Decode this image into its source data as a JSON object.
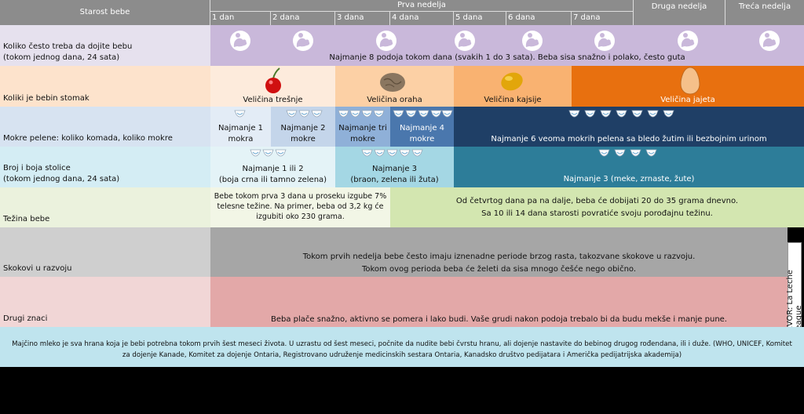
{
  "header": {
    "age_label": "Starost bebe",
    "week1": "Prva nedelja",
    "week2": "Druga nedelja",
    "week3": "Treća nedelja",
    "days": [
      "1 dan",
      "2 dana",
      "3 dana",
      "4 dana",
      "5 dana",
      "6 dana",
      "7 dana"
    ]
  },
  "rows": {
    "feeding": {
      "label_1": "Koliko često treba da dojite bebu",
      "label_2": "(tokom jednog dana, 24 sata)",
      "text": "Najmanje 8 podoja tokom dana (svakih 1 do 3 sata). Beba sisa snažno i polako, često guta"
    },
    "stomach": {
      "label": "Koliki je bebin stomak",
      "cherry": "Veličina trešnje",
      "walnut": "Veličina oraha",
      "apricot": "Veličina kajsije",
      "egg": "Veličina jajeta"
    },
    "diapers": {
      "label": "Mokre pelene: koliko komada, koliko mokre",
      "d1": "Najmanje 1 mokra",
      "d2": "Najmanje 2 mokre",
      "d3": "Najmanje tri mokre",
      "d4": "Najmanje 4 mokre",
      "rest": "Najmanje 6 veoma mokrih pelena sa bledo žutim ili bezbojnim urinom"
    },
    "stool": {
      "label_1": "Broj i boja stolice",
      "label_2": "(tokom jednog dana, 24 sata)",
      "s12_1": "Najmanje 1 ili 2",
      "s12_2": "(boja crna ili tamno zelena)",
      "s34_1": "Najmanje 3",
      "s34_2": "(braon, zelena ili žuta)",
      "rest": "Najmanje 3 (meke, zrnaste, žute)"
    },
    "weight": {
      "label": "Težina bebe",
      "first": "Bebe tokom prva 3 dana u proseku izgube 7% telesne težine. Na primer, beba od 3,2 kg će izgubiti oko 230 grama.",
      "rest_1": "Od četvrtog dana pa na dalje, beba će dobijati 20 do 35 grama dnevno.",
      "rest_2": "Sa 10 ili 14 dana starosti povratiće svoju porođajnu težinu."
    },
    "leaps": {
      "label": "Skokovi u razvoju",
      "text_1": "Tokom prvih nedelja bebe često imaju iznenadne periode brzog rasta, takozvane skokove u razvoju.",
      "text_2": "Tokom ovog perioda beba će želeti da sisa mnogo češće nego obično."
    },
    "other": {
      "label": "Drugi znaci",
      "text": "Beba plače snažno, aktivno se pomera i lako budi. Vaše grudi nakon podoja trebalo bi da budu mekše i manje pune."
    }
  },
  "source": "IZVOR: La Leche League",
  "footer": "Majčino mleko je sva hrana koja je bebi potrebna tokom prvih šest meseci života. U uzrastu od šest meseci, počnite da nudite bebi čvrstu hranu, ali dojenje nastavite do bebinog drugog rođendana, ili i duže. (WHO, UNICEF, Komitet za dojenje Kanade, Komitet za dojenje Ontaria, Registrovano udruženje medicinskih sestara Ontaria, Kanadsko društvo pedijatara i Američka pedijatrijska akademija)",
  "colors": {
    "header_bg": "#8c8c8c",
    "feeding": "#c9b8da",
    "stomach_label": "#fde3cc",
    "cherry_bg": "#fdebdc",
    "walnut_bg": "#fcd0a5",
    "apricot_bg": "#f9b271",
    "egg_bg": "#e8700f",
    "diaper_label": "#d7e3f1",
    "diaper_rest": "#1f3f66",
    "stool_label": "#d4edf4",
    "stool_rest": "#2d7d99",
    "weight_label": "#ebf2dd",
    "weight_rest": "#d3e6b0",
    "leaps": "#a6a6a6",
    "other": "#e3a8a8",
    "footer": "#bfe4ee"
  }
}
